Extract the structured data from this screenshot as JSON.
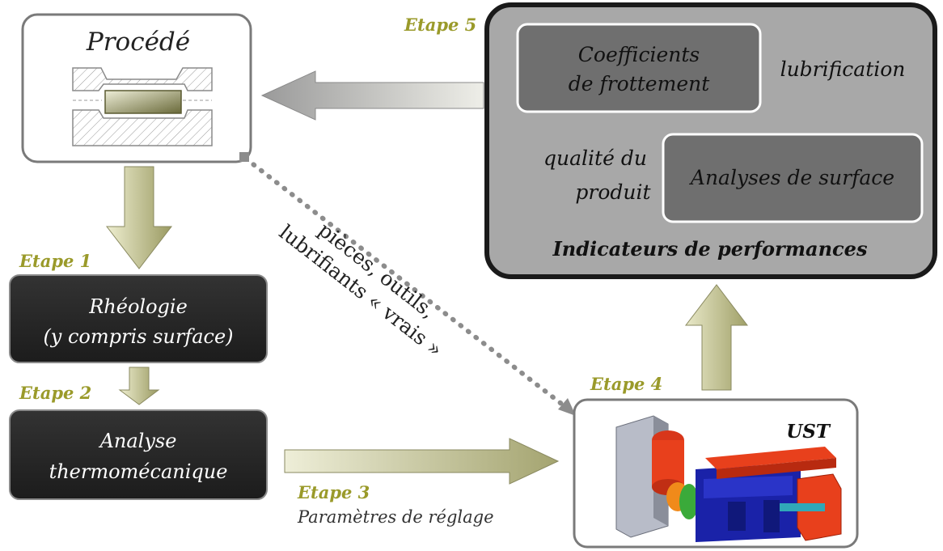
{
  "colors": {
    "stage_label": "#9a9a2a",
    "dark_box": "#262626",
    "panel": "#a8a8a8",
    "inner_box": "#6f6f6f",
    "arrow_light": "#e6e6c8",
    "arrow_dark": "#9c9c6a",
    "dotted": "#8c8c8c",
    "ust_red": "#e8401c",
    "ust_blue": "#1a22a8",
    "ust_green": "#3aaa3a",
    "ust_orange": "#f08a1a",
    "ust_cyan": "#30a8b8"
  },
  "procede": {
    "title": "Procédé"
  },
  "stages": {
    "e1": "Etape 1",
    "e2": "Etape 2",
    "e3": "Etape 3",
    "e4": "Etape 4",
    "e5": "Etape 5"
  },
  "rheologie": {
    "line1": "Rhéologie",
    "line2": "(y compris surface)"
  },
  "analyse": {
    "line1": "Analyse",
    "line2": "thermomécanique"
  },
  "parametres": "Paramètres de réglage",
  "dotted_label": {
    "line1": "pièces, outils,",
    "line2": "lubrifiants « vrais »"
  },
  "ust": {
    "label": "UST",
    "icon": "ust-machine-icon"
  },
  "performance": {
    "coef_line1": "Coefficients",
    "coef_line2": "de frottement",
    "lubrification": "lubrification",
    "qualite_line1": "qualité du",
    "qualite_line2": "produit",
    "analyses_surface": "Analyses de surface",
    "title": "Indicateurs de performances"
  }
}
